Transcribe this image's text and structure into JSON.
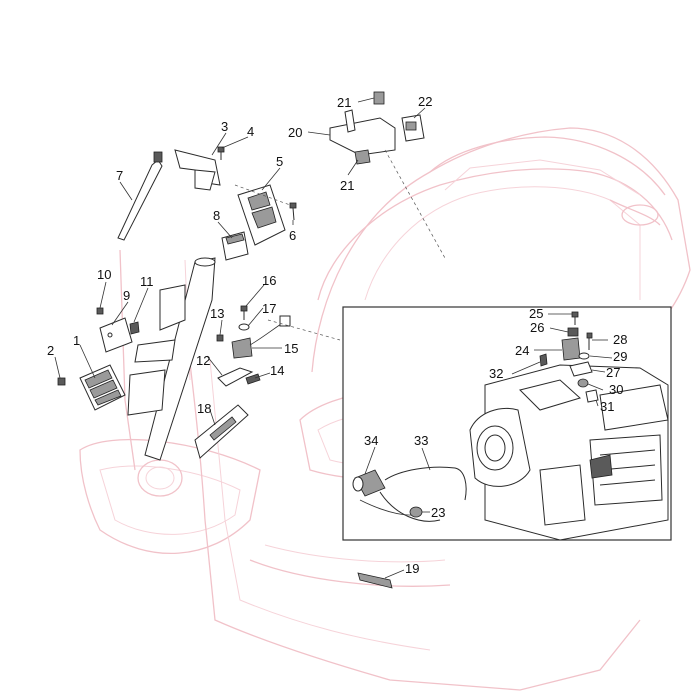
{
  "diagram": {
    "callouts": [
      "1",
      "2",
      "3",
      "4",
      "5",
      "6",
      "7",
      "8",
      "9",
      "10",
      "11",
      "12",
      "13",
      "14",
      "15",
      "16",
      "17",
      "18",
      "19",
      "20",
      "21",
      "21",
      "22",
      "23",
      "24",
      "25",
      "26",
      "27",
      "28",
      "29",
      "30",
      "31",
      "32",
      "33",
      "34"
    ],
    "line_color": "#2b2b2b",
    "frame_color": "#f1c2c9"
  }
}
